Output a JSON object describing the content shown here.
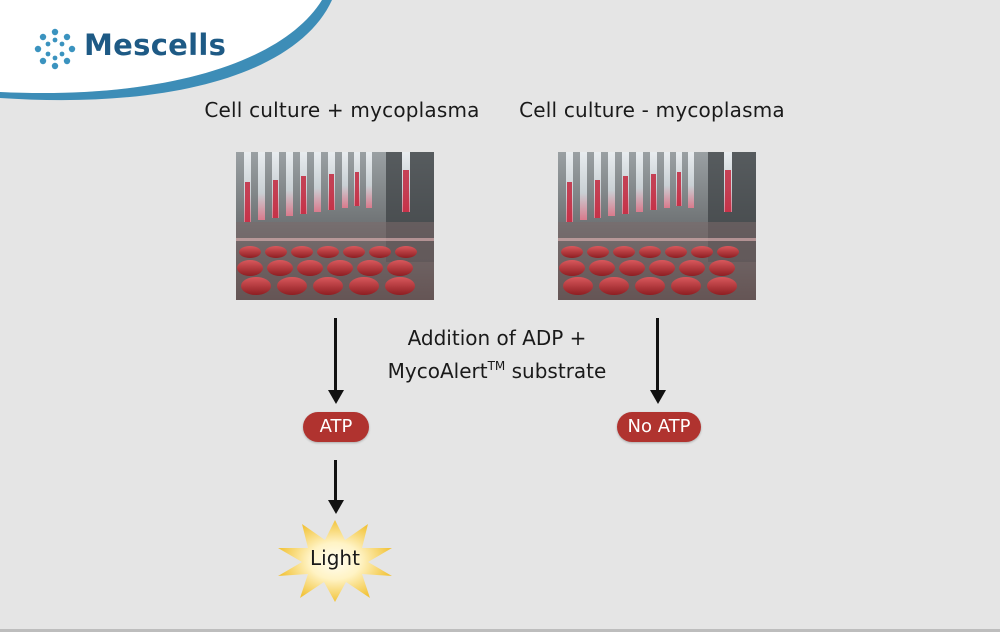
{
  "brand": {
    "name": "Mescells",
    "primary_color": "#1e5a85",
    "accent_color": "#4a9cc1"
  },
  "columns": {
    "left": {
      "title": "Cell culture + mycoplasma",
      "result": "ATP",
      "final": "Light"
    },
    "right": {
      "title": "Cell culture - mycoplasma",
      "result": "No ATP"
    }
  },
  "process": {
    "line1": "Addition of ADP +",
    "line2_main": "MycoAlert",
    "line2_sup": "TM",
    "line2_tail": " substrate"
  },
  "colors": {
    "pill": "#b0332f",
    "background": "#e5e5e5",
    "starburst_outer": "#f6d24a",
    "starburst_inner": "#fff8e1"
  }
}
